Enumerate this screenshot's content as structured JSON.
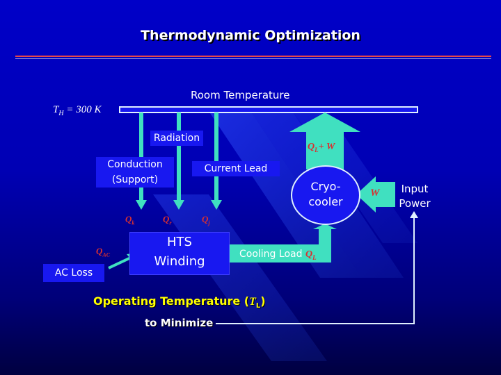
{
  "title": "Thermodynamic Optimization",
  "room_temperature": "Room Temperature",
  "th_symbol": "T",
  "th_sub": "H",
  "th_value": " = 300 K",
  "radiation": "Radiation",
  "conduction_line1": "Conduction",
  "conduction_line2": "(Support)",
  "current_lead": "Current Lead",
  "cryocooler_line1": "Cryo-",
  "cryocooler_line2": "cooler",
  "ql_w_sym": "Q",
  "ql_w_sub": "L",
  "ql_w_rest": "+ W",
  "w_label": "W",
  "input_power_line1": "Input",
  "input_power_line2": "Power",
  "qk_sym": "Q",
  "qk_sub": "k",
  "qr_sym": "Q",
  "qr_sub": "r",
  "qj_sym": "Q",
  "qj_sub": "j",
  "qac_sym": "Q",
  "qac_sub": "AC",
  "hts_line1": "HTS",
  "hts_line2": "Winding",
  "cooling_load": "Cooling Load",
  "cl_sym": "Q",
  "cl_sub": "L",
  "ac_loss": "AC Loss",
  "operating_temp_prefix": "Operating Temperature (",
  "operating_temp_sym": "T",
  "operating_temp_sub": "L",
  "operating_temp_suffix": ")",
  "to_minimize": "to Minimize",
  "colors": {
    "background": "#0000c8",
    "arrow_fill": "#40e0c0",
    "box_fill": "#1818f0",
    "accent_red": "#d83030",
    "accent_yellow": "#ffff00"
  }
}
